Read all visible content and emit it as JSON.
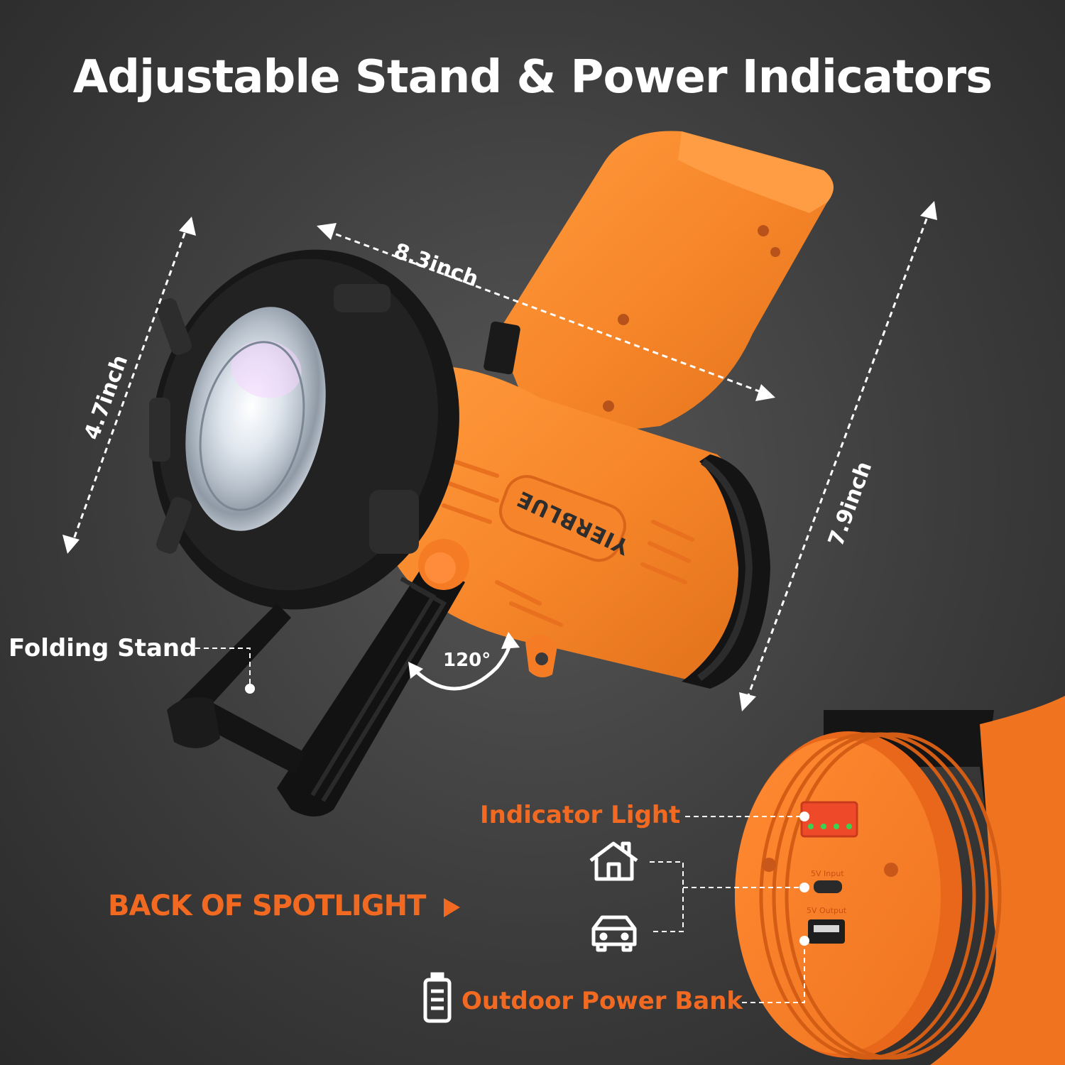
{
  "title": "Adjustable Stand & Power Indicators",
  "dimensions": {
    "length": "8.3inch",
    "height_left": "4.7inch",
    "height_right": "7.9inch"
  },
  "brand": "YIERBLUE",
  "stand_angle": "120°",
  "labels": {
    "folding_stand": "Folding Stand",
    "indicator_light": "Indicator Light",
    "outdoor_power_bank": "Outdoor Power Bank",
    "back_of_spotlight": "BACK OF SPOTLIGHT"
  },
  "ports": {
    "input": "5V Input",
    "output": "5V Output"
  },
  "icons": [
    "house-icon",
    "car-icon",
    "battery-icon",
    "play-triangle-icon"
  ],
  "colors": {
    "accent_orange": "#f26a21",
    "body_orange": "#f7862a",
    "rubber_black": "#1c1c1c",
    "indicator_green": "#39d353"
  }
}
